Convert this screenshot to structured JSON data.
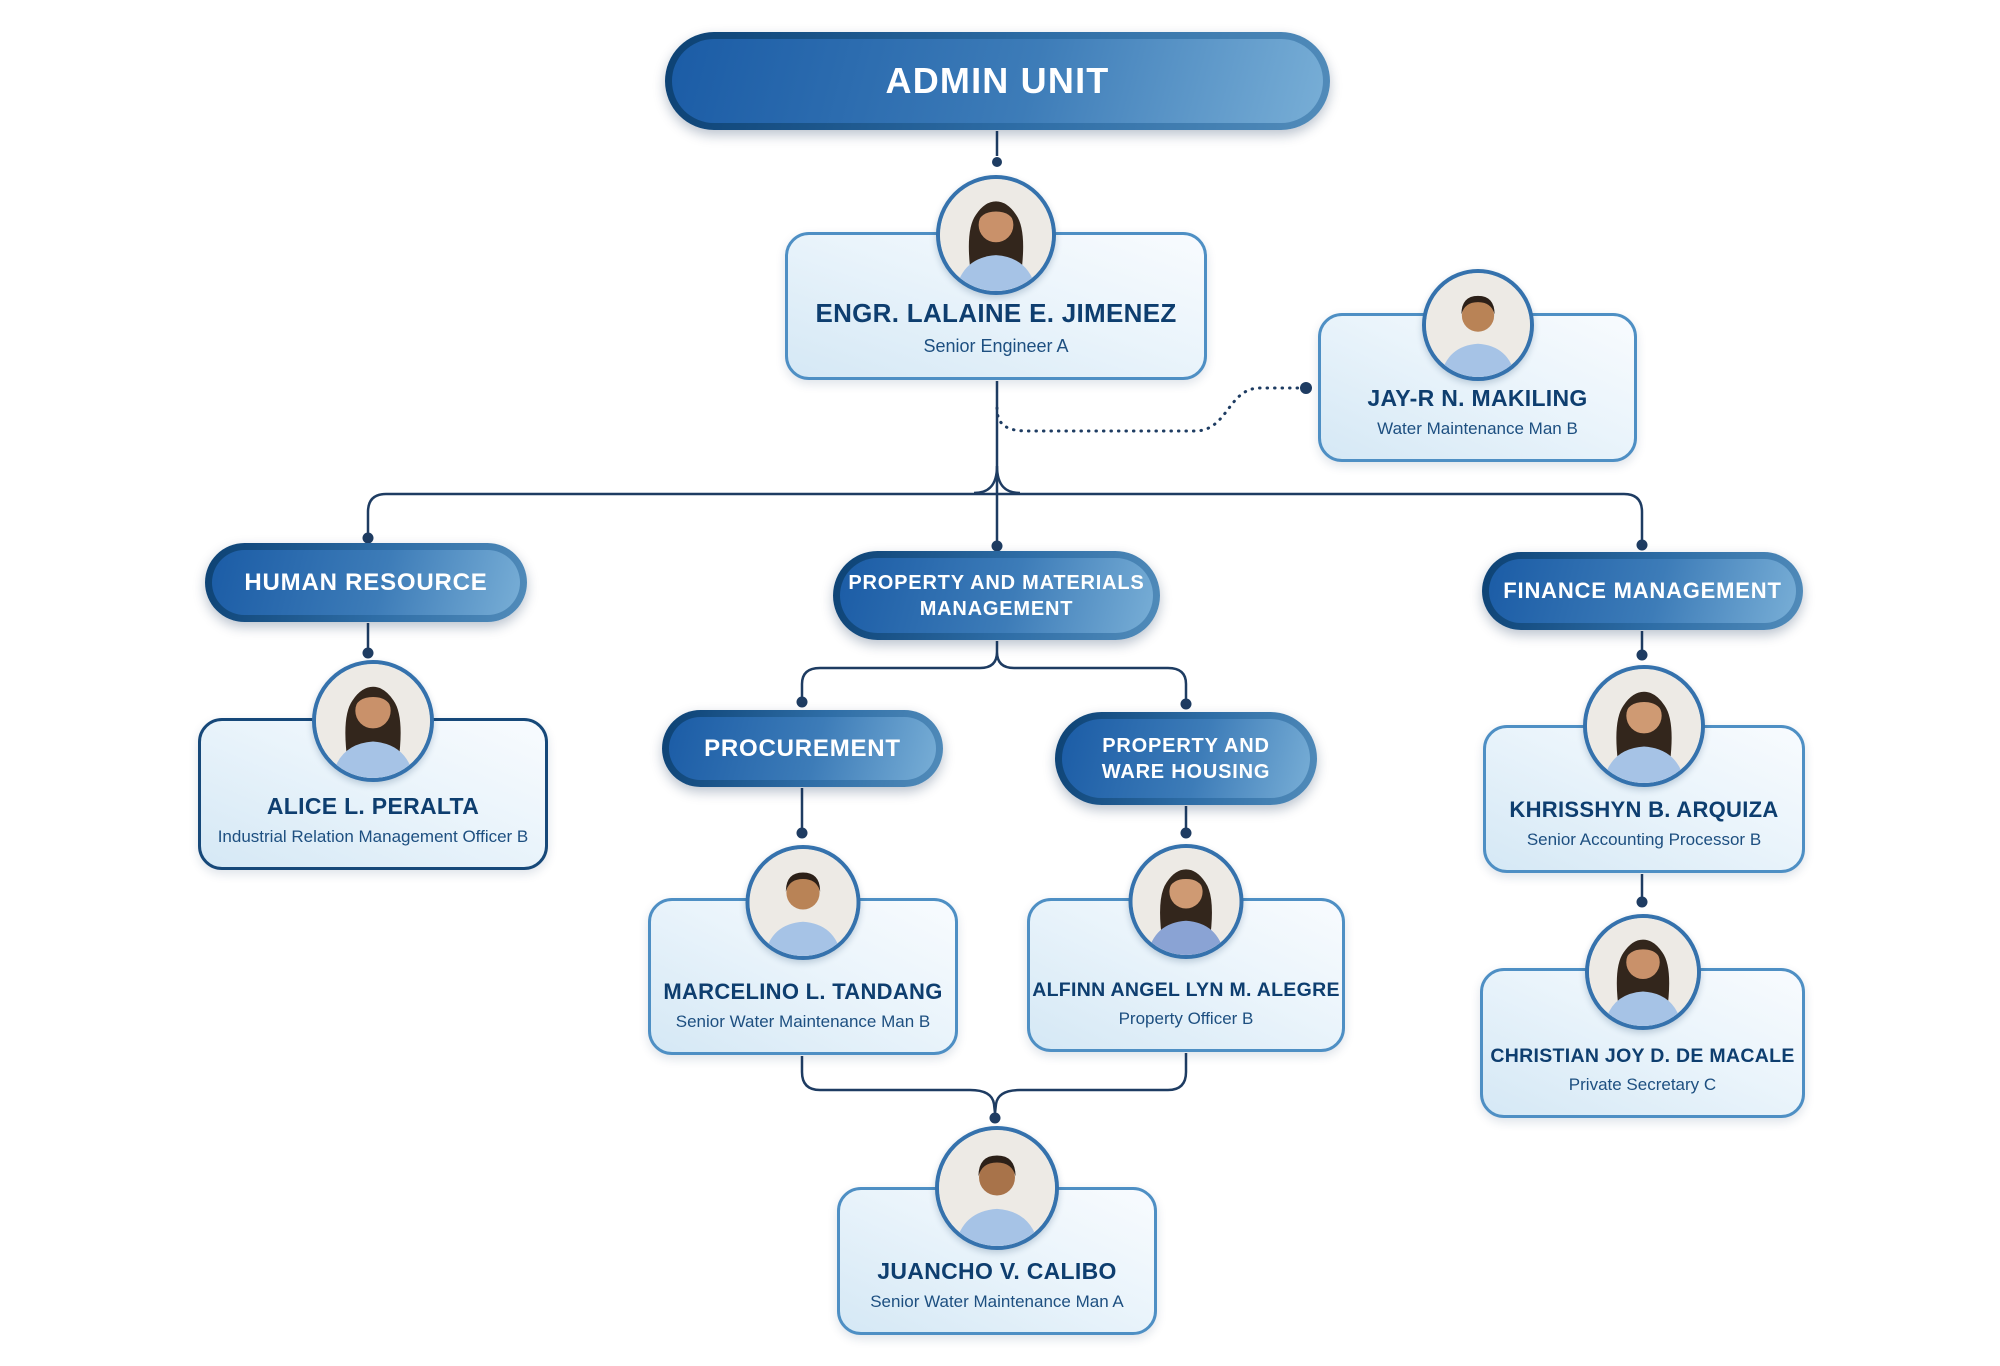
{
  "colors": {
    "pill_gradient_dark": "#0c4173",
    "pill_gradient_light": "#78aed6",
    "connector_line": "#1e3c62",
    "name_text": "#0e3e6f",
    "title_text": "#1d4f80",
    "card_border": "#4e8fc4",
    "card_border_dark": "#164879",
    "card_fill": "#d5e8f5"
  },
  "org": {
    "root_label": "ADMIN UNIT",
    "head": {
      "name": "ENGR. LALAINE E. JIMENEZ",
      "title": "Senior Engineer A",
      "avatar": "female"
    },
    "support_staff": {
      "name": "JAY-R N. MAKILING",
      "title": "Water Maintenance Man B",
      "avatar": "male"
    },
    "branches": [
      {
        "label": "HUMAN RESOURCE",
        "members": [
          {
            "name": "ALICE L. PERALTA",
            "title": "Industrial Relation Management Officer B",
            "avatar": "female"
          }
        ]
      },
      {
        "label": "PROPERTY AND MATERIALS MANAGEMENT",
        "sections": [
          {
            "label": "PROCUREMENT",
            "members": [
              {
                "name": "MARCELINO L. TANDANG",
                "title": "Senior Water Maintenance Man B",
                "avatar": "male"
              }
            ]
          },
          {
            "label": "PROPERTY AND WARE HOUSING",
            "members": [
              {
                "name": "ALFINN ANGEL LYN M. ALEGRE",
                "title": "Property Officer B",
                "avatar": "female"
              }
            ]
          }
        ],
        "shared_member": {
          "name": "JUANCHO V. CALIBO",
          "title": "Senior Water Maintenance Man A",
          "avatar": "male"
        }
      },
      {
        "label": "FINANCE MANAGEMENT",
        "members": [
          {
            "name": "KHRISSHYN B. ARQUIZA",
            "title": "Senior Accounting Processor B",
            "avatar": "female"
          },
          {
            "name": "CHRISTIAN JOY D. DE MACALE",
            "title": "Private Secretary C",
            "avatar": "female"
          }
        ]
      }
    ]
  }
}
